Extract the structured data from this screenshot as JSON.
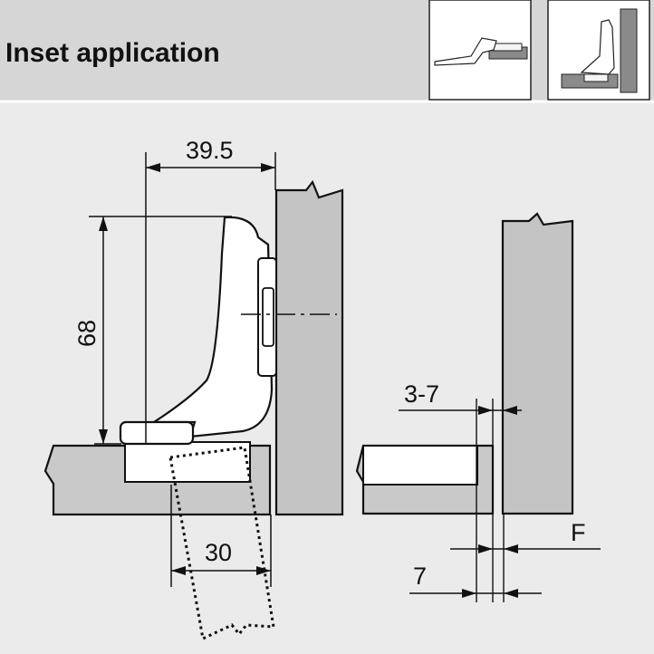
{
  "header": {
    "title": "Inset application"
  },
  "dimensions": {
    "width_top": "39.5",
    "height_left": "68",
    "drill_width": "30",
    "gap_range": "3-7",
    "overlay": "7",
    "force_label": "F"
  },
  "colors": {
    "background": "#ebebeb",
    "header_band": "#d6d6d6",
    "board_fill": "#c9c9c9",
    "panel_fill": "#c4c4c4",
    "hinge_fill": "#ffffff",
    "line": "#111111"
  }
}
